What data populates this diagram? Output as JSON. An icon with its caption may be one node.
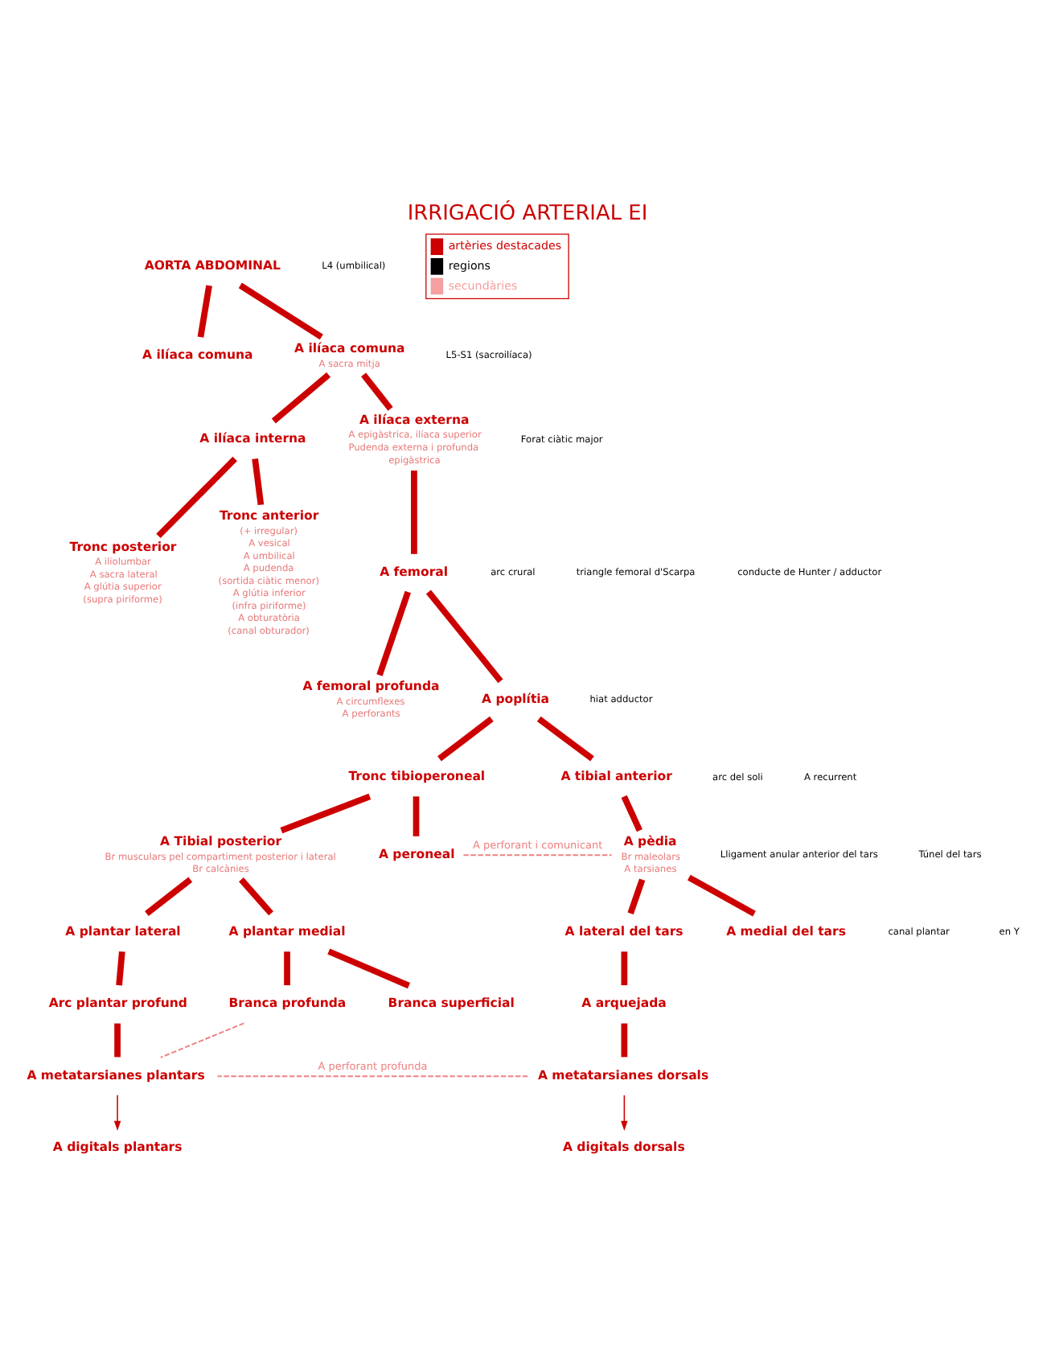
{
  "diagram": {
    "title": "IRRIGACIÓ ARTERIAL EI",
    "nodes": [
      {
        "text": [
          "AORTA ABDOMINAL"
        ]
      },
      {
        "text": [
          "A ilíaca comuna"
        ]
      },
      {
        "text": [
          "A ilíaca comuna"
        ],
        "beside": [
          "A sacra mitja"
        ]
      },
      {
        "text": [
          "A ilíaca interna"
        ]
      },
      {
        "text": [
          "A ilíaca externa"
        ],
        "beside": [
          "A epigàstrica, ilíaca superior",
          "Pudenda externa i profunda",
          "epigàstrica"
        ]
      },
      {
        "text": [
          "Tronc posterior"
        ],
        "beside": [
          "A iliolumbar",
          "A sacra lateral",
          "A glútia superior",
          "(supra piriforme)"
        ]
      },
      {
        "text": [
          "Tronc anterior"
        ],
        "beside": [
          "(+ irregular)",
          "A vesical",
          "A umbilical",
          "A pudenda",
          "(sortida ciàtic menor)",
          "A glútia inferior",
          "(infra piriforme)",
          "A obturatòria",
          "(canal obturador)"
        ]
      },
      {
        "text": [
          "A femoral"
        ]
      },
      {
        "text": [
          "A femoral profunda"
        ],
        "beside": [
          "A circumflexes",
          "A perforants"
        ]
      },
      {
        "text": [
          "A poplítia"
        ]
      },
      {
        "text": [
          "Tronc tibioperoneal"
        ]
      },
      {
        "text": [
          "A tibial anterior"
        ]
      },
      {
        "text": [
          "A Tibial posterior"
        ],
        "beside": [
          "Br musculars pel compartiment posterior i lateral",
          "Br calcànies"
        ]
      },
      {
        "text": [
          "A peroneal"
        ]
      },
      {
        "text": [
          "A pèdia"
        ],
        "beside": [
          "Br maleolars",
          "A tarsianes"
        ]
      },
      {
        "text": [
          "A lateral del tars"
        ]
      },
      {
        "text": [
          "A medial del tars"
        ]
      },
      {
        "text": [
          "A arquejada"
        ]
      },
      {
        "text": [
          "A metatarsianes dorsals"
        ]
      },
      {
        "text": [
          "A digitals dorsals"
        ]
      },
      {
        "text": [
          "A plantar lateral"
        ]
      },
      {
        "text": [
          "A plantar medial"
        ]
      },
      {
        "text": [
          "Arc plantar profund"
        ]
      },
      {
        "text": [
          "Branca profunda"
        ]
      },
      {
        "text": [
          "Branca superficial"
        ]
      },
      {
        "text": [
          "A metatarsianes plantars"
        ]
      },
      {
        "text": [
          "A digitals plantars"
        ]
      }
    ],
    "edges": [
      {
        "from": 0,
        "to": 1,
        "arrow": "none"
      },
      {
        "from": 0,
        "to": 2,
        "arrow": "none"
      },
      {
        "from": 2,
        "to": 3,
        "arrow": "none"
      },
      {
        "from": 2,
        "to": 4,
        "arrow": "none"
      },
      {
        "from": 3,
        "to": 5,
        "arrow": "none"
      },
      {
        "from": 3,
        "to": 6,
        "arrow": "none"
      },
      {
        "from": 4,
        "to": 7,
        "arrow": "none"
      },
      {
        "from": 7,
        "to": 8,
        "arrow": "none"
      },
      {
        "from": 7,
        "to": 9,
        "arrow": "none"
      },
      {
        "from": 9,
        "to": 10,
        "arrow": "none"
      },
      {
        "from": 9,
        "to": 11,
        "arrow": "none"
      },
      {
        "from": 10,
        "to": 12,
        "arrow": "none"
      },
      {
        "from": 10,
        "to": 13,
        "arrow": "none"
      },
      {
        "from": 11,
        "to": 14,
        "arrow": "none"
      },
      {
        "from": 14,
        "to": 15,
        "arrow": "none"
      },
      {
        "from": 14,
        "to": 16,
        "arrow": "none"
      },
      {
        "from": 15,
        "to": 17,
        "arrow": "none"
      },
      {
        "from": 17,
        "to": 18,
        "arrow": "none"
      },
      {
        "from": 18,
        "to": 19,
        "arrow": "to"
      },
      {
        "from": 12,
        "to": 20,
        "arrow": "none"
      },
      {
        "from": 12,
        "to": 21,
        "arrow": "none"
      },
      {
        "from": 20,
        "to": 22,
        "arrow": "none"
      },
      {
        "from": 22,
        "to": 25,
        "arrow": "none"
      },
      {
        "from": 21,
        "to": 23,
        "arrow": "none"
      },
      {
        "from": 21,
        "to": 24,
        "arrow": "none"
      },
      {
        "from": 25,
        "to": 26,
        "arrow": "to"
      },
      {
        "from": 13,
        "to": 14,
        "arrow": "none",
        "style": "dashed",
        "color": "#f08080",
        "label": "A perforant i comunicant"
      },
      {
        "from": 23,
        "to": 25,
        "arrow": "none",
        "style": "dashed",
        "color": "#f08080"
      },
      {
        "from": 18,
        "to": 25,
        "arrow": "none",
        "style": "dashed",
        "color": "#f08080",
        "label": "A perforant profunda"
      }
    ],
    "labels": [
      "L4 (umbilical)",
      "L5-S1 (sacroilíaca)",
      "Forat ciàtic major",
      "arc crural",
      "triangle femoral d'Scarpa",
      "conducte de Hunter / adductor",
      "hiat adductor",
      "arc del soli",
      "A recurrent",
      "Lligament anular anterior del tars",
      "Túnel del tars",
      "canal plantar",
      "en Y"
    ],
    "legend": [
      {
        "text": "artèries destacades",
        "color": "#cc0000"
      },
      {
        "text": "regions",
        "color": "#000000"
      },
      {
        "text": "secundàries",
        "color": "#f4a0a0"
      }
    ]
  }
}
